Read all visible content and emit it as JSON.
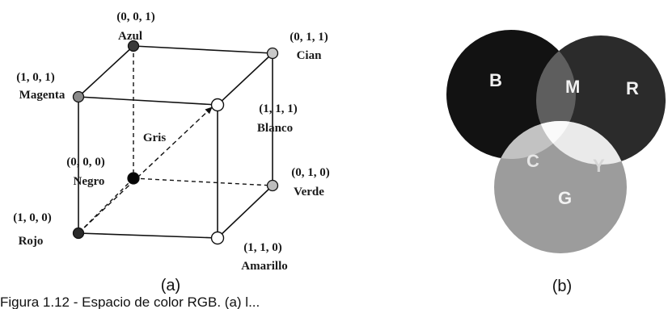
{
  "panel_a_label": "(a)",
  "panel_b_label": "(b)",
  "caption": "Figura 1.12 - Espacio de color RGB. (a) l...",
  "cube": {
    "vertices": {
      "negro": {
        "coord": "(0, 0, 0)",
        "name": "Negro"
      },
      "rojo": {
        "coord": "(1, 0, 0)",
        "name": "Rojo"
      },
      "verde": {
        "coord": "(0, 1, 0)",
        "name": "Verde"
      },
      "azul": {
        "coord": "(0, 0, 1)",
        "name": "Azul"
      },
      "amarillo": {
        "coord": "(1, 1, 0)",
        "name": "Amarillo"
      },
      "magenta": {
        "coord": "(1, 0, 1)",
        "name": "Magenta"
      },
      "cian": {
        "coord": "(0, 1, 1)",
        "name": "Cian"
      },
      "blanco": {
        "coord": "(1, 1, 1)",
        "name": "Blanco"
      }
    },
    "diagonal_label": "Gris"
  },
  "venn": {
    "circles": {
      "B": "B",
      "R": "R",
      "G": "G"
    },
    "intersections": {
      "M": "M",
      "C": "C",
      "Y": "Y"
    },
    "colors": {
      "blue": "#121212",
      "red": "#2b2b2b",
      "green": "#9c9c9c",
      "magenta": "#5e5e5e",
      "cyan": "#c2c2c2",
      "yellow": "#eaeaea",
      "white": "#fafafa"
    }
  }
}
